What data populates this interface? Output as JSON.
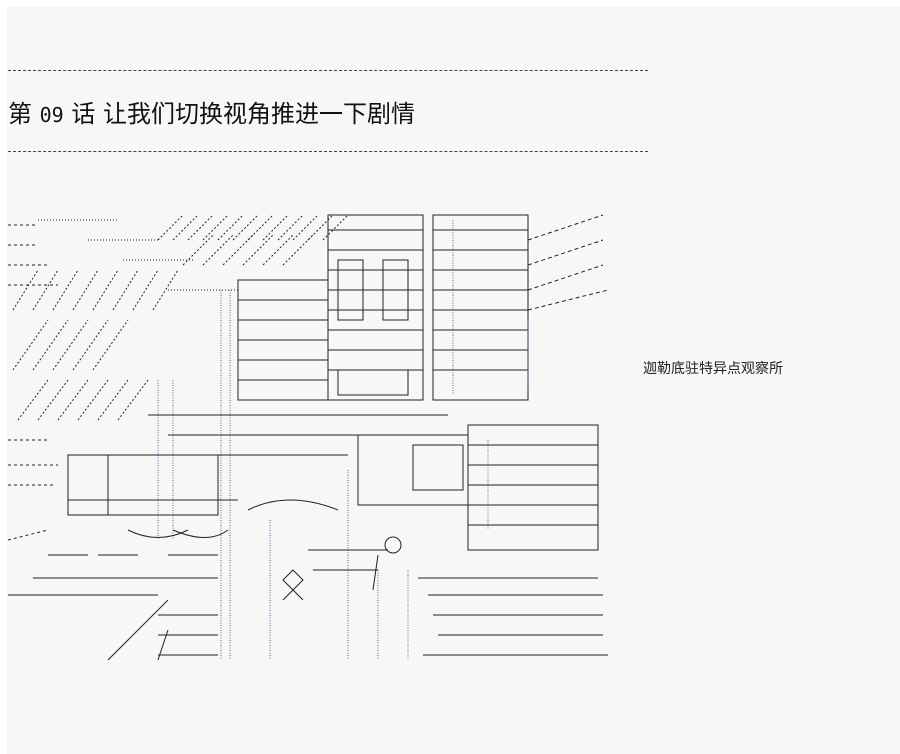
{
  "chapter": {
    "prefix": "第",
    "number": "09",
    "suffix": "话 让我们切换视角推进一下剧情"
  },
  "caption": "迦勒底驻特异点观察所",
  "colors": {
    "background": "#f7f7f8",
    "text": "#111111",
    "art_line": "#222222",
    "art_accent": "#7a4fa3"
  },
  "icons": [
    "ascii-art-illustration"
  ]
}
